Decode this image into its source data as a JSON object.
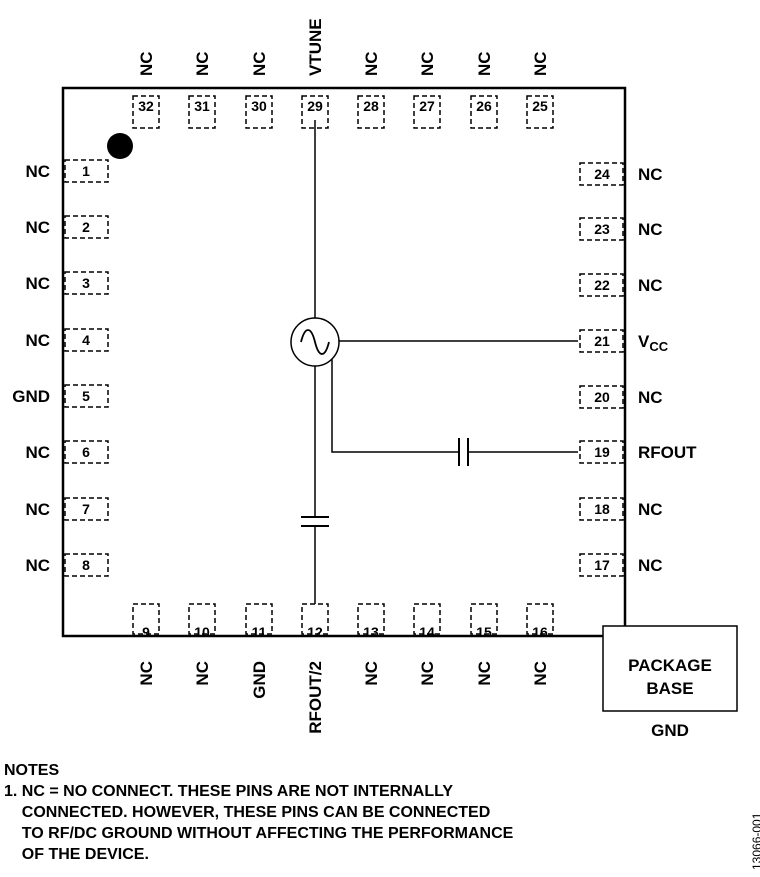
{
  "pins": {
    "top": [
      {
        "num": "32",
        "name": "NC"
      },
      {
        "num": "31",
        "name": "NC"
      },
      {
        "num": "30",
        "name": "NC"
      },
      {
        "num": "29",
        "name": "VTUNE"
      },
      {
        "num": "28",
        "name": "NC"
      },
      {
        "num": "27",
        "name": "NC"
      },
      {
        "num": "26",
        "name": "NC"
      },
      {
        "num": "25",
        "name": "NC"
      }
    ],
    "left": [
      {
        "num": "1",
        "name": "NC"
      },
      {
        "num": "2",
        "name": "NC"
      },
      {
        "num": "3",
        "name": "NC"
      },
      {
        "num": "4",
        "name": "NC"
      },
      {
        "num": "5",
        "name": "GND"
      },
      {
        "num": "6",
        "name": "NC"
      },
      {
        "num": "7",
        "name": "NC"
      },
      {
        "num": "8",
        "name": "NC"
      }
    ],
    "bottom": [
      {
        "num": "9",
        "name": "NC"
      },
      {
        "num": "10",
        "name": "NC"
      },
      {
        "num": "11",
        "name": "GND"
      },
      {
        "num": "12",
        "name": "RFOUT/2"
      },
      {
        "num": "13",
        "name": "NC"
      },
      {
        "num": "14",
        "name": "NC"
      },
      {
        "num": "15",
        "name": "NC"
      },
      {
        "num": "16",
        "name": "NC"
      }
    ],
    "right": [
      {
        "num": "24",
        "name": "NC"
      },
      {
        "num": "23",
        "name": "NC"
      },
      {
        "num": "22",
        "name": "NC"
      },
      {
        "num": "21",
        "name": "V",
        "sub": "CC"
      },
      {
        "num": "20",
        "name": "NC"
      },
      {
        "num": "19",
        "name": "RFOUT"
      },
      {
        "num": "18",
        "name": "NC"
      },
      {
        "num": "17",
        "name": "NC"
      }
    ]
  },
  "package_base": {
    "line1": "PACKAGE",
    "line2": "BASE",
    "pin_name": "GND"
  },
  "notes": {
    "title": "NOTES",
    "lines": [
      "1. NC = NO CONNECT. THESE PINS ARE NOT INTERNALLY",
      "    CONNECTED. HOWEVER, THESE PINS CAN BE CONNECTED",
      "    TO RF/DC GROUND WITHOUT AFFECTING THE PERFORMANCE",
      "    OF THE DEVICE."
    ]
  },
  "doc_number": "13066-001"
}
